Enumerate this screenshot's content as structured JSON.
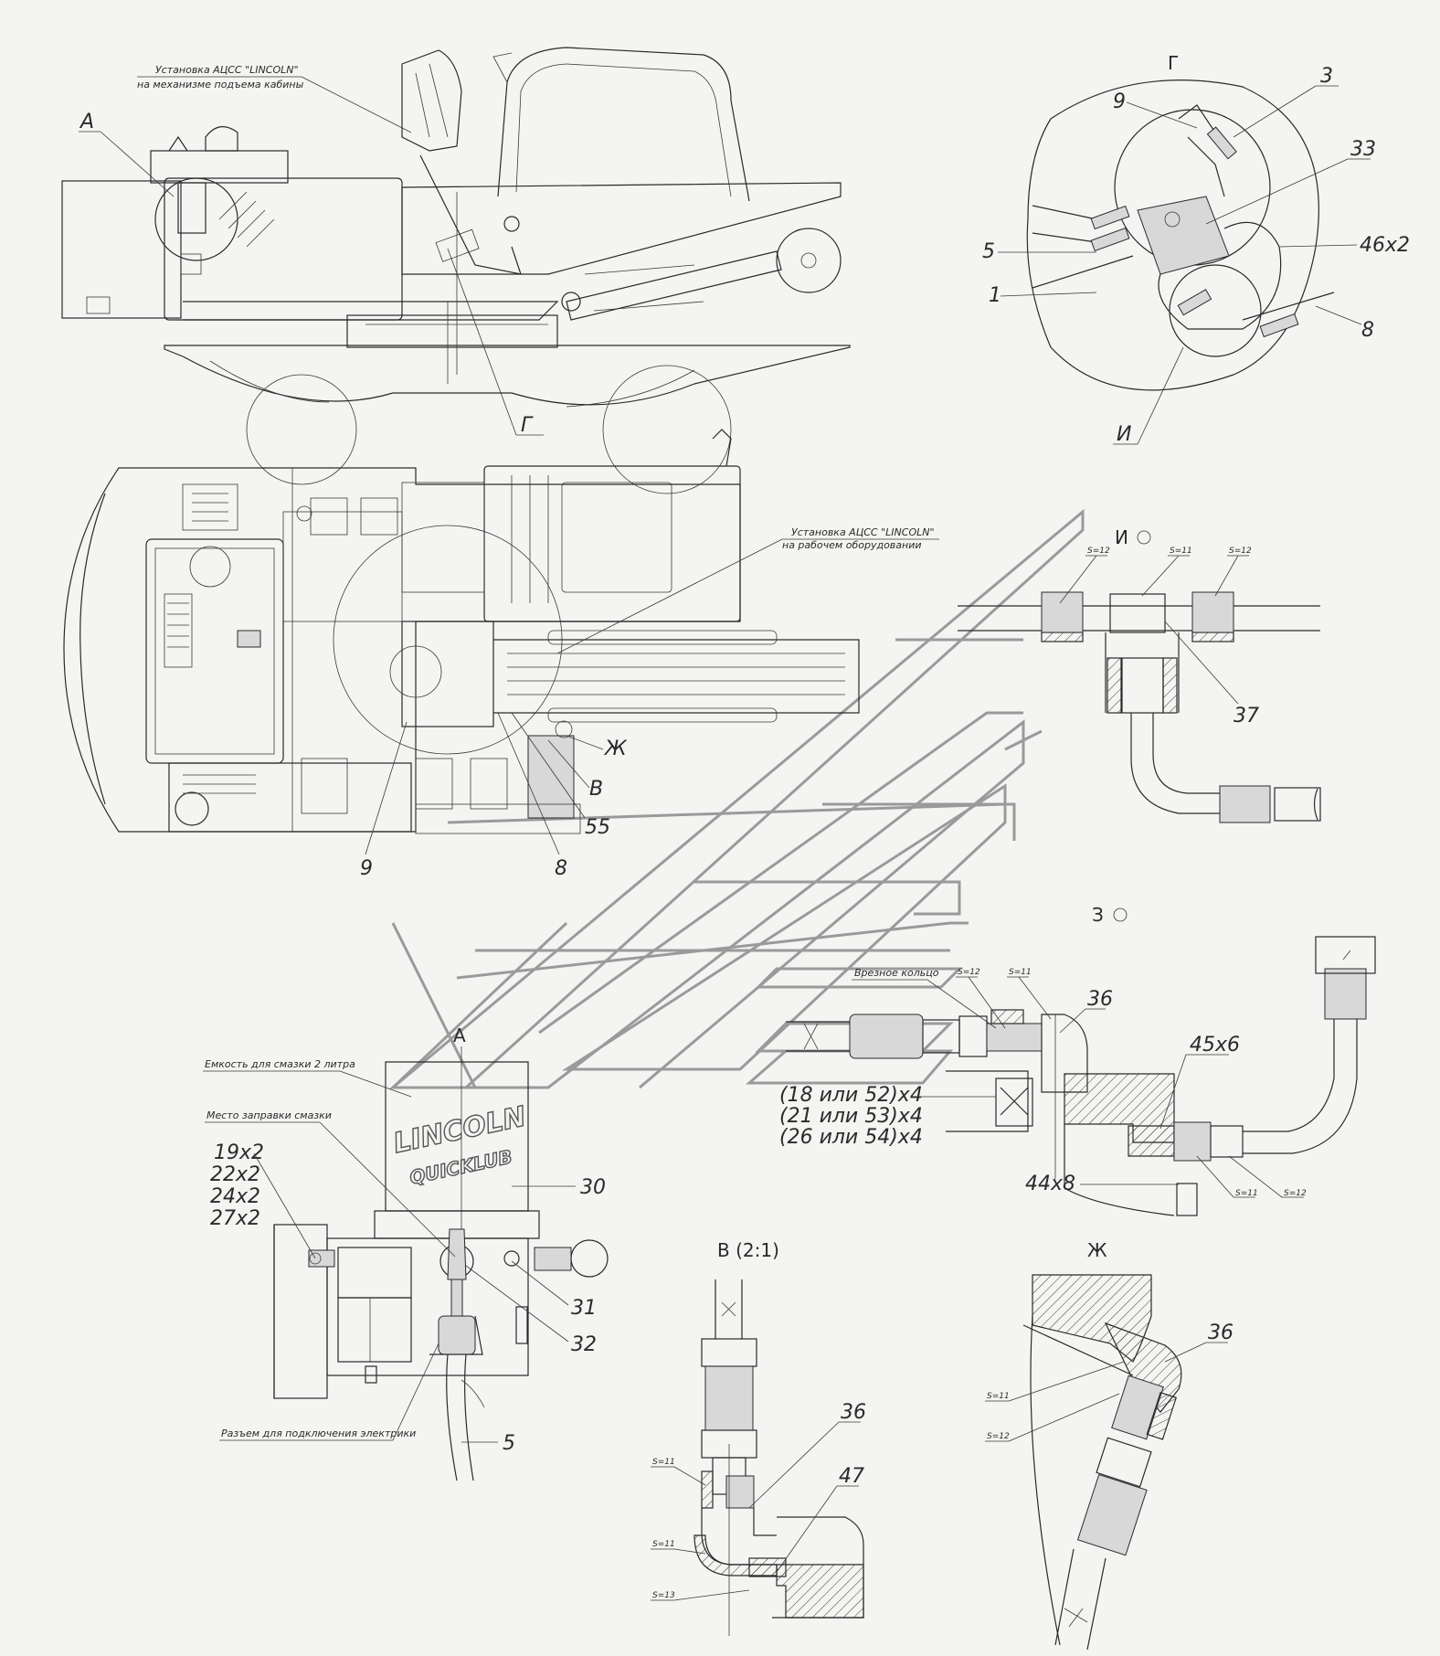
{
  "notes": {
    "cab_install_line1": "Установка АЦСС \"LINCOLN\"",
    "cab_install_line2": "на механизме подъема кабины",
    "work_install_line1": "Установка АЦСС \"LINCOLN\"",
    "work_install_line2": "на рабочем оборудовании",
    "tank": "Емкость для смазки 2 литра",
    "refill": "Место заправки смазки",
    "connector": "Разъем для подключения электрики",
    "cut_ring": "Врезное кольцо"
  },
  "views": {
    "a_top": "А",
    "g_top": "Г",
    "g_bottom": "Г",
    "i_view": "И",
    "z_view": "З",
    "a_bottom": "А",
    "v_view": "В  (2:1)",
    "zh_view": "Ж",
    "zh_plan": "Ж",
    "v_plan": "В",
    "i_detail": "И"
  },
  "brand": {
    "line1": "LINCOLN",
    "line2": "QUICKLUB"
  },
  "labels": {
    "g_9": "9",
    "g_3": "3",
    "g_33": "33",
    "g_5": "5",
    "g_46": "46х2",
    "g_1": "1",
    "g_8": "8",
    "plan_9": "9",
    "plan_8": "8",
    "plan_55": "55",
    "i_37": "37",
    "z_36": "36",
    "z_45": "45х6",
    "z_44": "44х8",
    "z_q1": "(18 или 52)х4",
    "z_q2": "(21 или 53)х4",
    "z_q3": "(26 или 54)х4",
    "a_19": "19х2",
    "a_22": "22х2",
    "a_24": "24х2",
    "a_27": "27х2",
    "a_30": "30",
    "a_31": "31",
    "a_32": "32",
    "a_5": "5",
    "v_36": "36",
    "v_47": "47",
    "zh_36": "36"
  },
  "sizes": {
    "i_s1": "S=12",
    "i_s2": "S=11",
    "i_s3": "S=12",
    "z_s1": "S=12",
    "z_s2": "S=11",
    "z_s3": "S=11",
    "z_s4": "S=12",
    "v_s1": "S=11",
    "v_s2": "S=11",
    "v_s3": "S=13",
    "zh_s1": "S=11",
    "zh_s2": "S=12"
  }
}
